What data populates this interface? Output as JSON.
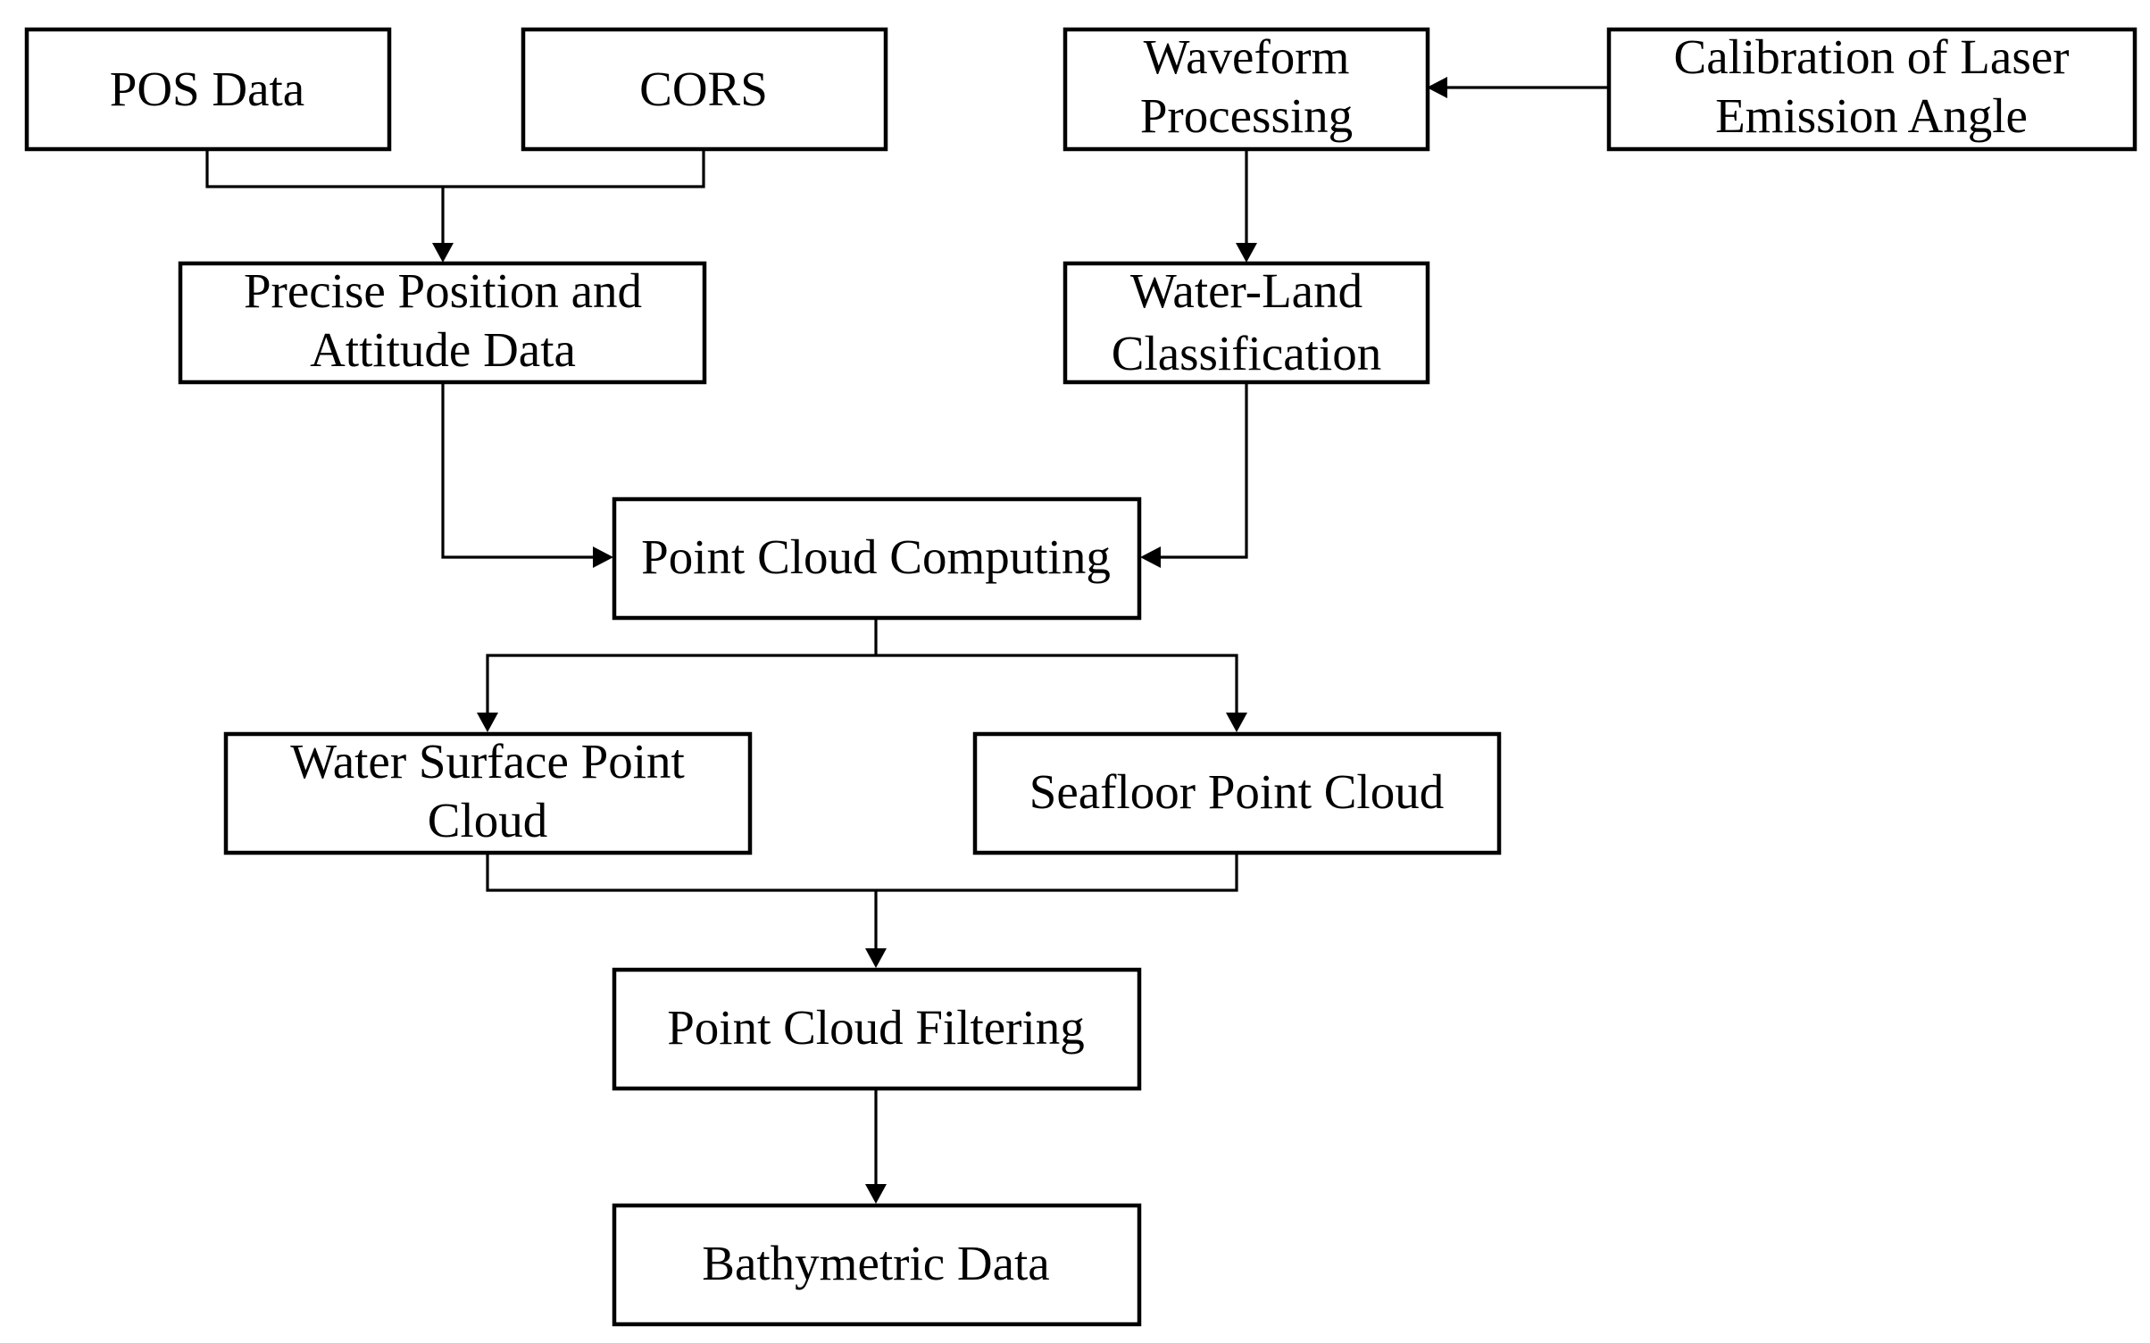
{
  "diagram": {
    "type": "flowchart",
    "nodes": {
      "pos_data": {
        "lines": [
          "POS Data"
        ]
      },
      "cors": {
        "lines": [
          "CORS"
        ]
      },
      "waveform_processing": {
        "lines": [
          "Waveform",
          "Processing"
        ]
      },
      "calibration": {
        "lines": [
          "Calibration of Laser",
          "Emission Angle"
        ]
      },
      "precise_position": {
        "lines": [
          "Precise Position and",
          "Attitude Data"
        ]
      },
      "water_land": {
        "lines": [
          "Water-Land",
          "Classification"
        ]
      },
      "point_cloud_computing": {
        "lines": [
          "Point Cloud Computing"
        ]
      },
      "water_surface": {
        "lines": [
          "Water Surface Point",
          "Cloud"
        ]
      },
      "seafloor": {
        "lines": [
          "Seafloor Point Cloud"
        ]
      },
      "point_cloud_filtering": {
        "lines": [
          "Point Cloud Filtering"
        ]
      },
      "bathymetric": {
        "lines": [
          "Bathymetric Data"
        ]
      }
    },
    "edges": [
      {
        "from": [
          "pos_data",
          "cors"
        ],
        "to": "precise_position"
      },
      {
        "from": [
          "calibration"
        ],
        "to": "waveform_processing"
      },
      {
        "from": [
          "waveform_processing"
        ],
        "to": "water_land"
      },
      {
        "from": [
          "precise_position"
        ],
        "to": "point_cloud_computing"
      },
      {
        "from": [
          "water_land"
        ],
        "to": "point_cloud_computing"
      },
      {
        "from": [
          "point_cloud_computing"
        ],
        "to": "water_surface"
      },
      {
        "from": [
          "point_cloud_computing"
        ],
        "to": "seafloor"
      },
      {
        "from": [
          "water_surface",
          "seafloor"
        ],
        "to": "point_cloud_filtering"
      },
      {
        "from": [
          "point_cloud_filtering"
        ],
        "to": "bathymetric"
      }
    ]
  }
}
